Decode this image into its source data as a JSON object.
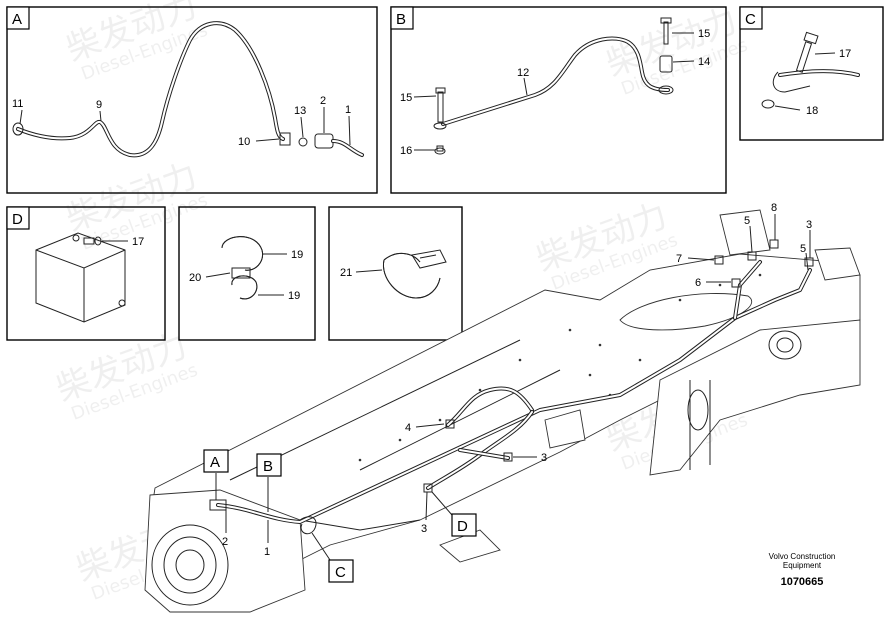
{
  "watermark": {
    "brand": "柴发动力",
    "sub": "Diesel-Engines"
  },
  "panels": {
    "A": {
      "tag": "A",
      "callouts": [
        "11",
        "9",
        "13",
        "2",
        "1",
        "10"
      ]
    },
    "B": {
      "tag": "B",
      "callouts": [
        "12",
        "15",
        "14",
        "15",
        "16"
      ]
    },
    "C": {
      "tag": "C",
      "callouts": [
        "17",
        "18"
      ]
    },
    "D": {
      "tag": "D",
      "callouts": [
        "17"
      ]
    },
    "E": {
      "callouts": [
        "19",
        "20",
        "19"
      ]
    },
    "F": {
      "callouts": [
        "21"
      ]
    }
  },
  "main": {
    "callouts": [
      "8",
      "5",
      "3",
      "7",
      "5",
      "6",
      "4",
      "3",
      "2",
      "1",
      "3"
    ],
    "tags": [
      "A",
      "B",
      "C",
      "D"
    ]
  },
  "footer": {
    "maker_line1": "Volvo Construction",
    "maker_line2": "Equipment",
    "drawing_no": "1070665"
  }
}
